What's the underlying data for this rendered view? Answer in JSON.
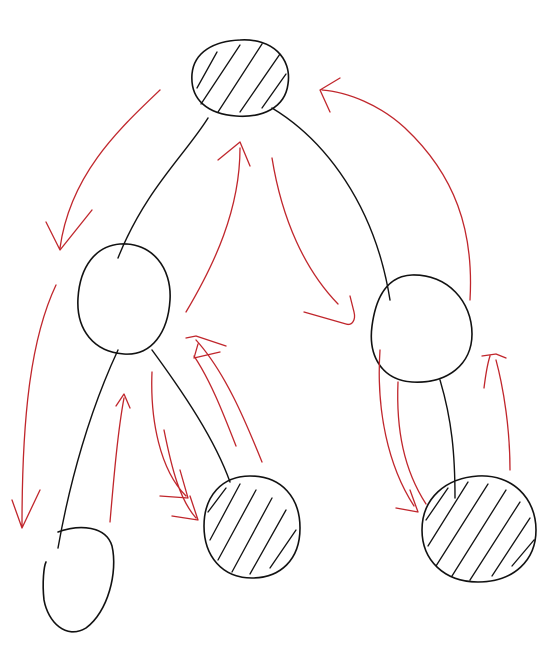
{
  "diagram": {
    "kind": "hand-drawn binary tree traversal sketch",
    "colors": {
      "background": "#ffffff",
      "ink": "#111111",
      "arrow": "#c0262c"
    },
    "nodes": [
      {
        "id": "root",
        "shaded": true
      },
      {
        "id": "left-child",
        "shaded": false
      },
      {
        "id": "right-child",
        "shaded": false
      },
      {
        "id": "left-left-leaf",
        "shaded": false
      },
      {
        "id": "left-right-leaf",
        "shaded": true
      },
      {
        "id": "right-leaf",
        "shaded": true
      }
    ],
    "edges": [
      {
        "from": "root",
        "to": "left-child"
      },
      {
        "from": "root",
        "to": "right-child"
      },
      {
        "from": "left-child",
        "to": "left-left-leaf"
      },
      {
        "from": "left-child",
        "to": "left-right-leaf"
      },
      {
        "from": "right-child",
        "to": "right-leaf"
      }
    ],
    "traversal_arrows": [
      {
        "from": "root",
        "to": "left-child",
        "direction": "down"
      },
      {
        "from": "left-child",
        "to": "left-left-leaf",
        "direction": "down"
      },
      {
        "from": "left-left-leaf",
        "to": "left-child",
        "direction": "up"
      },
      {
        "from": "left-child",
        "to": "left-right-leaf",
        "direction": "down"
      },
      {
        "from": "left-right-leaf",
        "to": "left-child",
        "direction": "up"
      },
      {
        "from": "left-child",
        "to": "root",
        "direction": "up"
      },
      {
        "from": "root",
        "to": "right-child",
        "direction": "down"
      },
      {
        "from": "right-child",
        "to": "right-leaf",
        "direction": "down"
      },
      {
        "from": "right-leaf",
        "to": "right-child",
        "direction": "up"
      },
      {
        "from": "right-child",
        "to": "root",
        "direction": "up"
      }
    ]
  }
}
